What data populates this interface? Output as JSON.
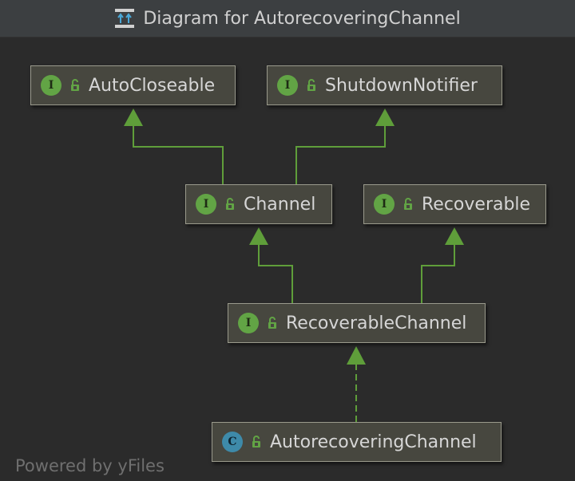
{
  "window": {
    "title": "Diagram for AutorecoveringChannel",
    "title_icon": "uml-diagram-icon"
  },
  "nodes": [
    {
      "id": "autocloseable",
      "label": "AutoCloseable",
      "kind": "I",
      "kind_type": "interface",
      "visibility_icon": "public-lock-icon"
    },
    {
      "id": "shutdownnotifier",
      "label": "ShutdownNotifier",
      "kind": "I",
      "kind_type": "interface",
      "visibility_icon": "public-lock-icon"
    },
    {
      "id": "channel",
      "label": "Channel",
      "kind": "I",
      "kind_type": "interface",
      "visibility_icon": "public-lock-icon"
    },
    {
      "id": "recoverable",
      "label": "Recoverable",
      "kind": "I",
      "kind_type": "interface",
      "visibility_icon": "public-lock-icon"
    },
    {
      "id": "recoverablechannel",
      "label": "RecoverableChannel",
      "kind": "I",
      "kind_type": "interface",
      "visibility_icon": "public-lock-icon"
    },
    {
      "id": "autorecoveringchannel",
      "label": "AutorecoveringChannel",
      "kind": "C",
      "kind_type": "class",
      "visibility_icon": "public-lock-icon"
    }
  ],
  "edges": [
    {
      "from": "channel",
      "to": "autocloseable",
      "style": "extends"
    },
    {
      "from": "channel",
      "to": "shutdownnotifier",
      "style": "extends"
    },
    {
      "from": "recoverablechannel",
      "to": "channel",
      "style": "extends"
    },
    {
      "from": "recoverablechannel",
      "to": "recoverable",
      "style": "extends"
    },
    {
      "from": "autorecoveringchannel",
      "to": "recoverablechannel",
      "style": "implements"
    }
  ],
  "colors": {
    "background": "#2b2b2b",
    "edge": "#5f9e3a",
    "node_fill": "#47473f",
    "interface_badge": "#62a445",
    "class_badge": "#3e8aa9"
  },
  "footer": {
    "watermark": "Powered by yFiles"
  }
}
